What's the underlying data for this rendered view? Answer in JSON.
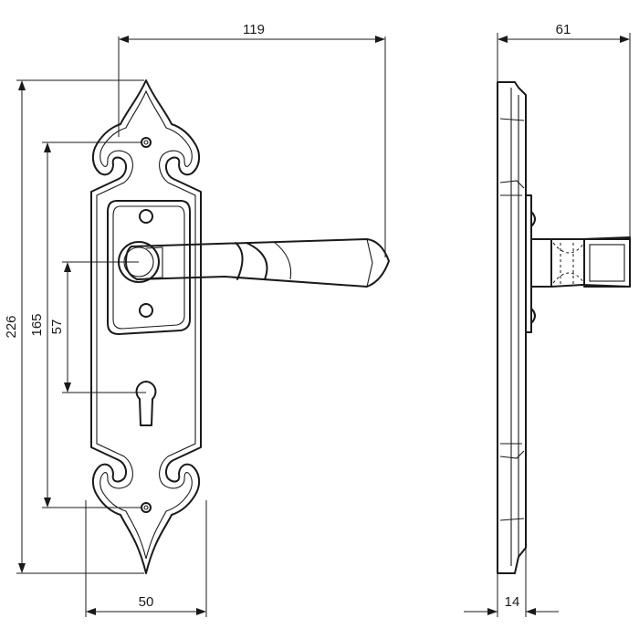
{
  "dimensions": {
    "overall_width": "119",
    "side_depth": "61",
    "plate_height": "226",
    "screw_spacing": "165",
    "handle_to_keyhole": "57",
    "plate_width": "50",
    "plate_thickness": "14"
  }
}
